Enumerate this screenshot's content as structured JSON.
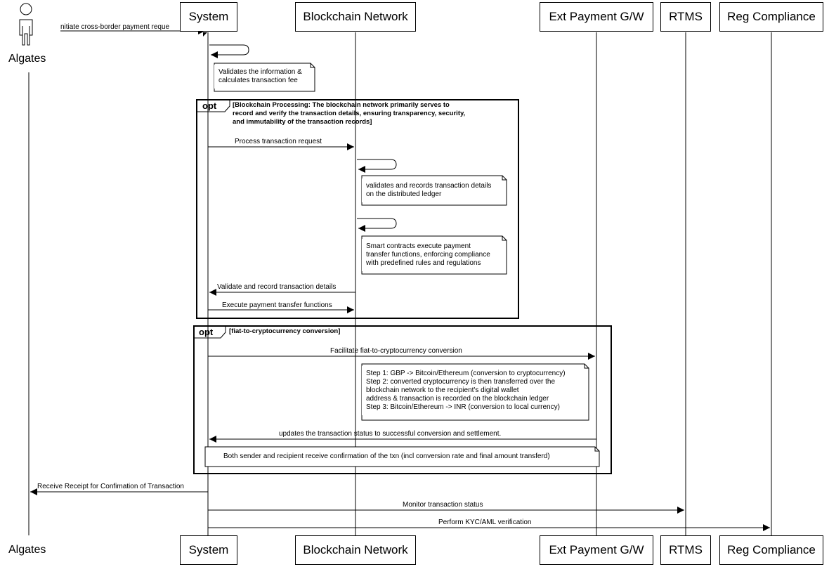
{
  "participants": {
    "actor": "Algates",
    "system": "System",
    "blockchain": "Blockchain Network",
    "gateway": "Ext Payment G/W",
    "rtms": "RTMS",
    "compliance": "Reg Compliance"
  },
  "messages": {
    "m1": "nitiate cross-border payment reque",
    "m2": "Process transaction request",
    "m3": "Validate and record transaction details",
    "m4": "Execute payment transfer functions",
    "m5": "Facilitate fiat-to-cryptocurrency conversion",
    "m6": "updates the transaction status to successful conversion and settlement.",
    "m7": "Receive Receipt for Confimation of Transaction",
    "m8": "Monitor transaction status",
    "m9": "Perform KYC/AML verification"
  },
  "notes": {
    "n1": [
      "Validates the information &",
      "calculates transaction fee"
    ],
    "n2": [
      "validates and records transaction details",
      "on the distributed ledger"
    ],
    "n3": [
      "Smart contracts execute payment",
      "transfer functions, enforcing compliance",
      "with predefined rules and regulations"
    ],
    "n4": [
      "Step 1: GBP -> Bitcoin/Ethereum (conversion to cryptocurrency)",
      "Step 2: converted cryptocurrency is then transferred over the",
      "blockchain network to the recipient's digital wallet",
      "address & transaction is recorded on the blockchain ledger",
      "Step 3: Bitcoin/Ethereum -> INR (conversion to local currency)"
    ],
    "n5": [
      "Both sender and recipient receive confirmation of the txn (incl conversion rate and final amount transferd)"
    ]
  },
  "fragments": {
    "f1": {
      "label": "opt",
      "guard": [
        "[Blockchain Processing:  The blockchain network primarily serves to",
        "record and verify the transaction details, ensuring transparency, security,",
        "and immutability of the transaction records]"
      ]
    },
    "f2": {
      "label": "opt",
      "guard": [
        "[fiat-to-cryptocurrency conversion]"
      ]
    }
  }
}
